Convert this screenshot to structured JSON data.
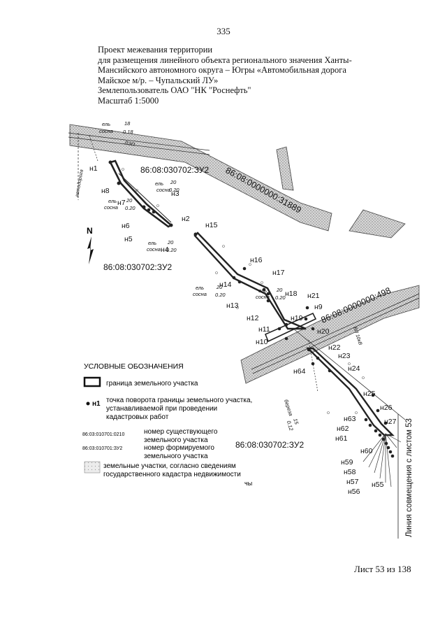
{
  "page_number": "335",
  "header": {
    "lines": [
      "Проект межевания территории",
      "для размещения линейного объекта регионального значения Ханты-",
      "Мансийского автономного округа – Югры «Автомобильная дорога",
      "Майское м/р. – Чупальский ЛУ»",
      "Землепользователь ОАО \"НК \"Роснефть\"",
      "Масштаб 1:5000"
    ]
  },
  "map": {
    "north_label": "N",
    "parcel_labels": {
      "existing_1": "86:08:0000000:31889",
      "existing_2": "86:08:0000000:498",
      "formed_1": "86:08:030702:ЗУ2",
      "formed_2": "86:08:030702:ЗУ2",
      "formed_3": "86:08:030702:ЗУ2"
    },
    "points": [
      "н1",
      "н2",
      "н3",
      "н4",
      "н5",
      "н6",
      "н7",
      "н8",
      "н9",
      "н10",
      "н11",
      "н12",
      "н13",
      "н14",
      "н15",
      "н16",
      "н17",
      "н18",
      "н19",
      "н20",
      "н21",
      "н22",
      "н23",
      "н24",
      "н25",
      "н26",
      "н27",
      "н55",
      "н56",
      "н57",
      "н58",
      "н59",
      "н60",
      "н61",
      "н62",
      "н63",
      "н64"
    ],
    "tree_notes": [
      {
        "a": "ель",
        "b": "сосна",
        "n": "18",
        "d": "0.18"
      },
      {
        "a": "ель",
        "b": "сосна",
        "n": "20",
        "d": "0.20"
      },
      {
        "a": "ель",
        "b": "сосна",
        "n": "20",
        "d": "0.20"
      },
      {
        "a": "ель",
        "b": "сосна",
        "n": "20",
        "d": "0.20"
      },
      {
        "a": "ель",
        "b": "сосна",
        "n": "20",
        "d": "0.20"
      },
      {
        "a": "ель",
        "b": "сосна",
        "n": "20",
        "d": "0.20"
      },
      {
        "a": "береза",
        "b": "",
        "n": "15",
        "d": "0.12"
      }
    ],
    "road_labels": [
      "автодорога",
      "ЛЭП",
      "ВЛ 10кВ"
    ],
    "match_line": "Линия совмещения с листом 53",
    "fragment_text": "чы"
  },
  "legend": {
    "title": "УСЛОВНЫЕ ОБОЗНАЧЕНИЯ",
    "boundary": "граница земельного участка",
    "point_symbol": "н1",
    "point_lines": [
      "точка поворота границы земельного участка,",
      "устанавливаемой при проведении",
      "кадастровых работ"
    ],
    "existing_code": "86:03:010701:0210",
    "existing_lines": [
      "номер существующего",
      "земельного участка"
    ],
    "formed_code": "86:03:010701:ЗУ2",
    "formed_lines": [
      "номер формируемого",
      "земельного участка"
    ],
    "cadastre_lines": [
      "земельные участки, согласно сведениям",
      "государственного кадастра недвижимости"
    ]
  },
  "footer": "Лист 53 из 138",
  "colors": {
    "ink": "#111111",
    "hatch_fill": "#d6d6d6",
    "parcel_outline": "#333333"
  }
}
